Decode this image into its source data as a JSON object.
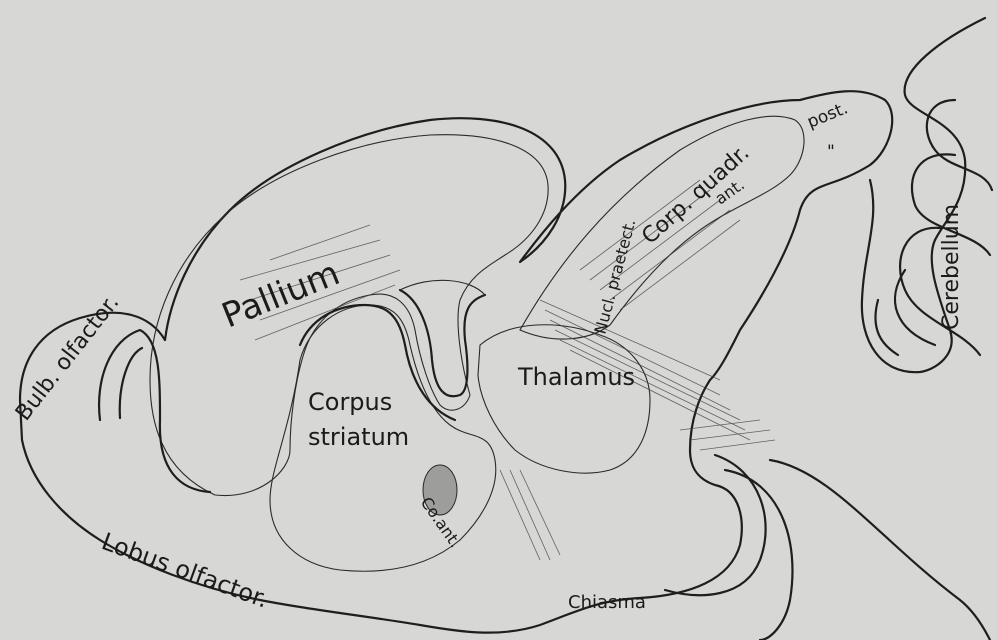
{
  "labels": {
    "pallium": "Pallium",
    "bulb_olfactor": "Bulb. olfactor.",
    "lobus_olfactor": "Lobus olfactor.",
    "corpus_striatum_line1": "Corpus",
    "corpus_striatum_line2": "striatum",
    "co_ant": "Co.ant.",
    "chiasma": "Chiasma",
    "thalamus": "Thalamus",
    "nucl_praetect": "Nucl. praetect.",
    "corp_quadr": "Corp. quadr.",
    "ant": "ant.",
    "post": "post.",
    "ditto": "\"",
    "cerebellum": "Cerebellum"
  },
  "colors": {
    "background": "#d7d7d5",
    "tissue_light": "#c9c9c7",
    "tissue_mid": "#b9b9b7",
    "tissue_dark": "#a7a7a5",
    "line": "#1e1e1e"
  }
}
